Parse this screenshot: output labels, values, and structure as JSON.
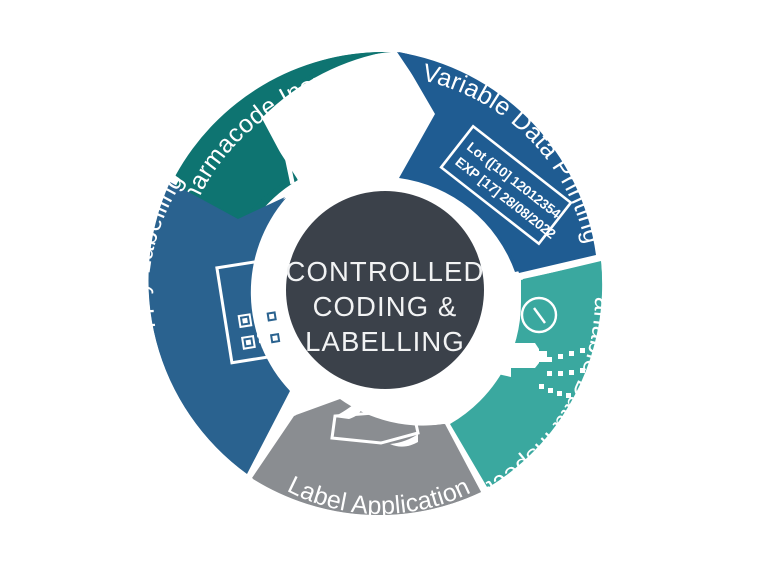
{
  "diagram": {
    "title": "Controlled Coding & Labelling cycle wheel",
    "center": {
      "line1": "CONTROLLED",
      "line2": "CODING &",
      "line3": "LABELLING",
      "fill": "#3b414a",
      "text_color": "#f2f3f4"
    },
    "background": "#ffffff",
    "ring_gap_color": "#ffffff",
    "segments": [
      {
        "id": "pharmacode-inspection",
        "label": "Pharmacode Inspection",
        "color": "#0e7471",
        "icon": "barcode-icon",
        "order": 1
      },
      {
        "id": "variable-data-printing",
        "label": "Variable Data Printing",
        "color": "#1f5c92",
        "icon": "lot-exp-label-icon",
        "order": 2,
        "icon_text": {
          "line1": "Lot ([10] 12012354",
          "line2": "EXP [17] 28/08/2022"
        }
      },
      {
        "id": "variable-data-inspection",
        "label": "Variable Data Inspection",
        "color": "#3aa89f",
        "icon": "vision-camera-icon",
        "order": 3
      },
      {
        "id": "label-application",
        "label": "Label Application",
        "color": "#8a8d91",
        "icon": "peeling-label-icon",
        "order": 4
      },
      {
        "id": "print-apply-labelling",
        "label": "Print & Apply Labelling",
        "color": "#2a628f",
        "icon": "qr-document-icon",
        "order": 5
      }
    ]
  }
}
